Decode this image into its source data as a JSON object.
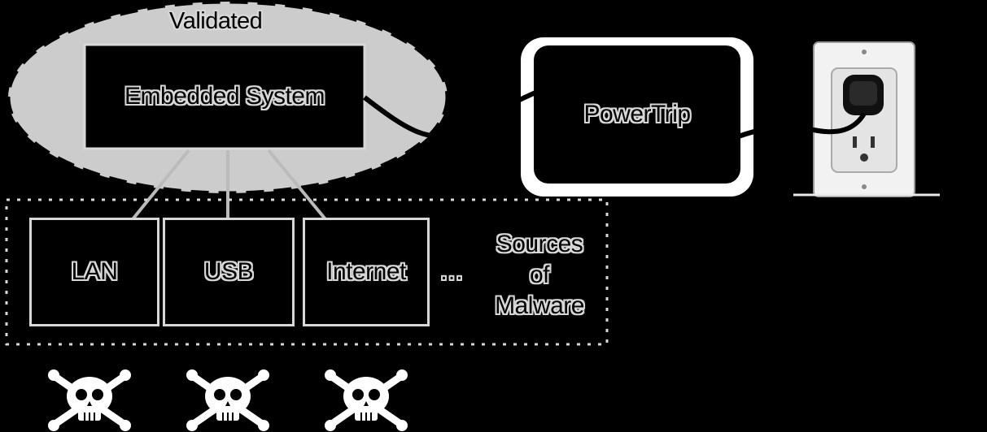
{
  "validated_label": "Validated",
  "embedded_system_label": "Embedded System",
  "powertrip_label": "PowerTrip",
  "sources": [
    {
      "label": "LAN"
    },
    {
      "label": "USB"
    },
    {
      "label": "Internet"
    }
  ],
  "ellipsis": "…",
  "sources_group_label": [
    "Sources",
    "of",
    "Malware"
  ],
  "icons": [
    "skull-crossbones-icon",
    "skull-crossbones-icon",
    "skull-crossbones-icon",
    "wall-outlet-icon",
    "power-plug-icon"
  ],
  "colors": {
    "background": "#000000",
    "stroke": "#d8d8d8",
    "ellipse_fill": "#cccccc",
    "outlet": "#f2f2f2"
  }
}
